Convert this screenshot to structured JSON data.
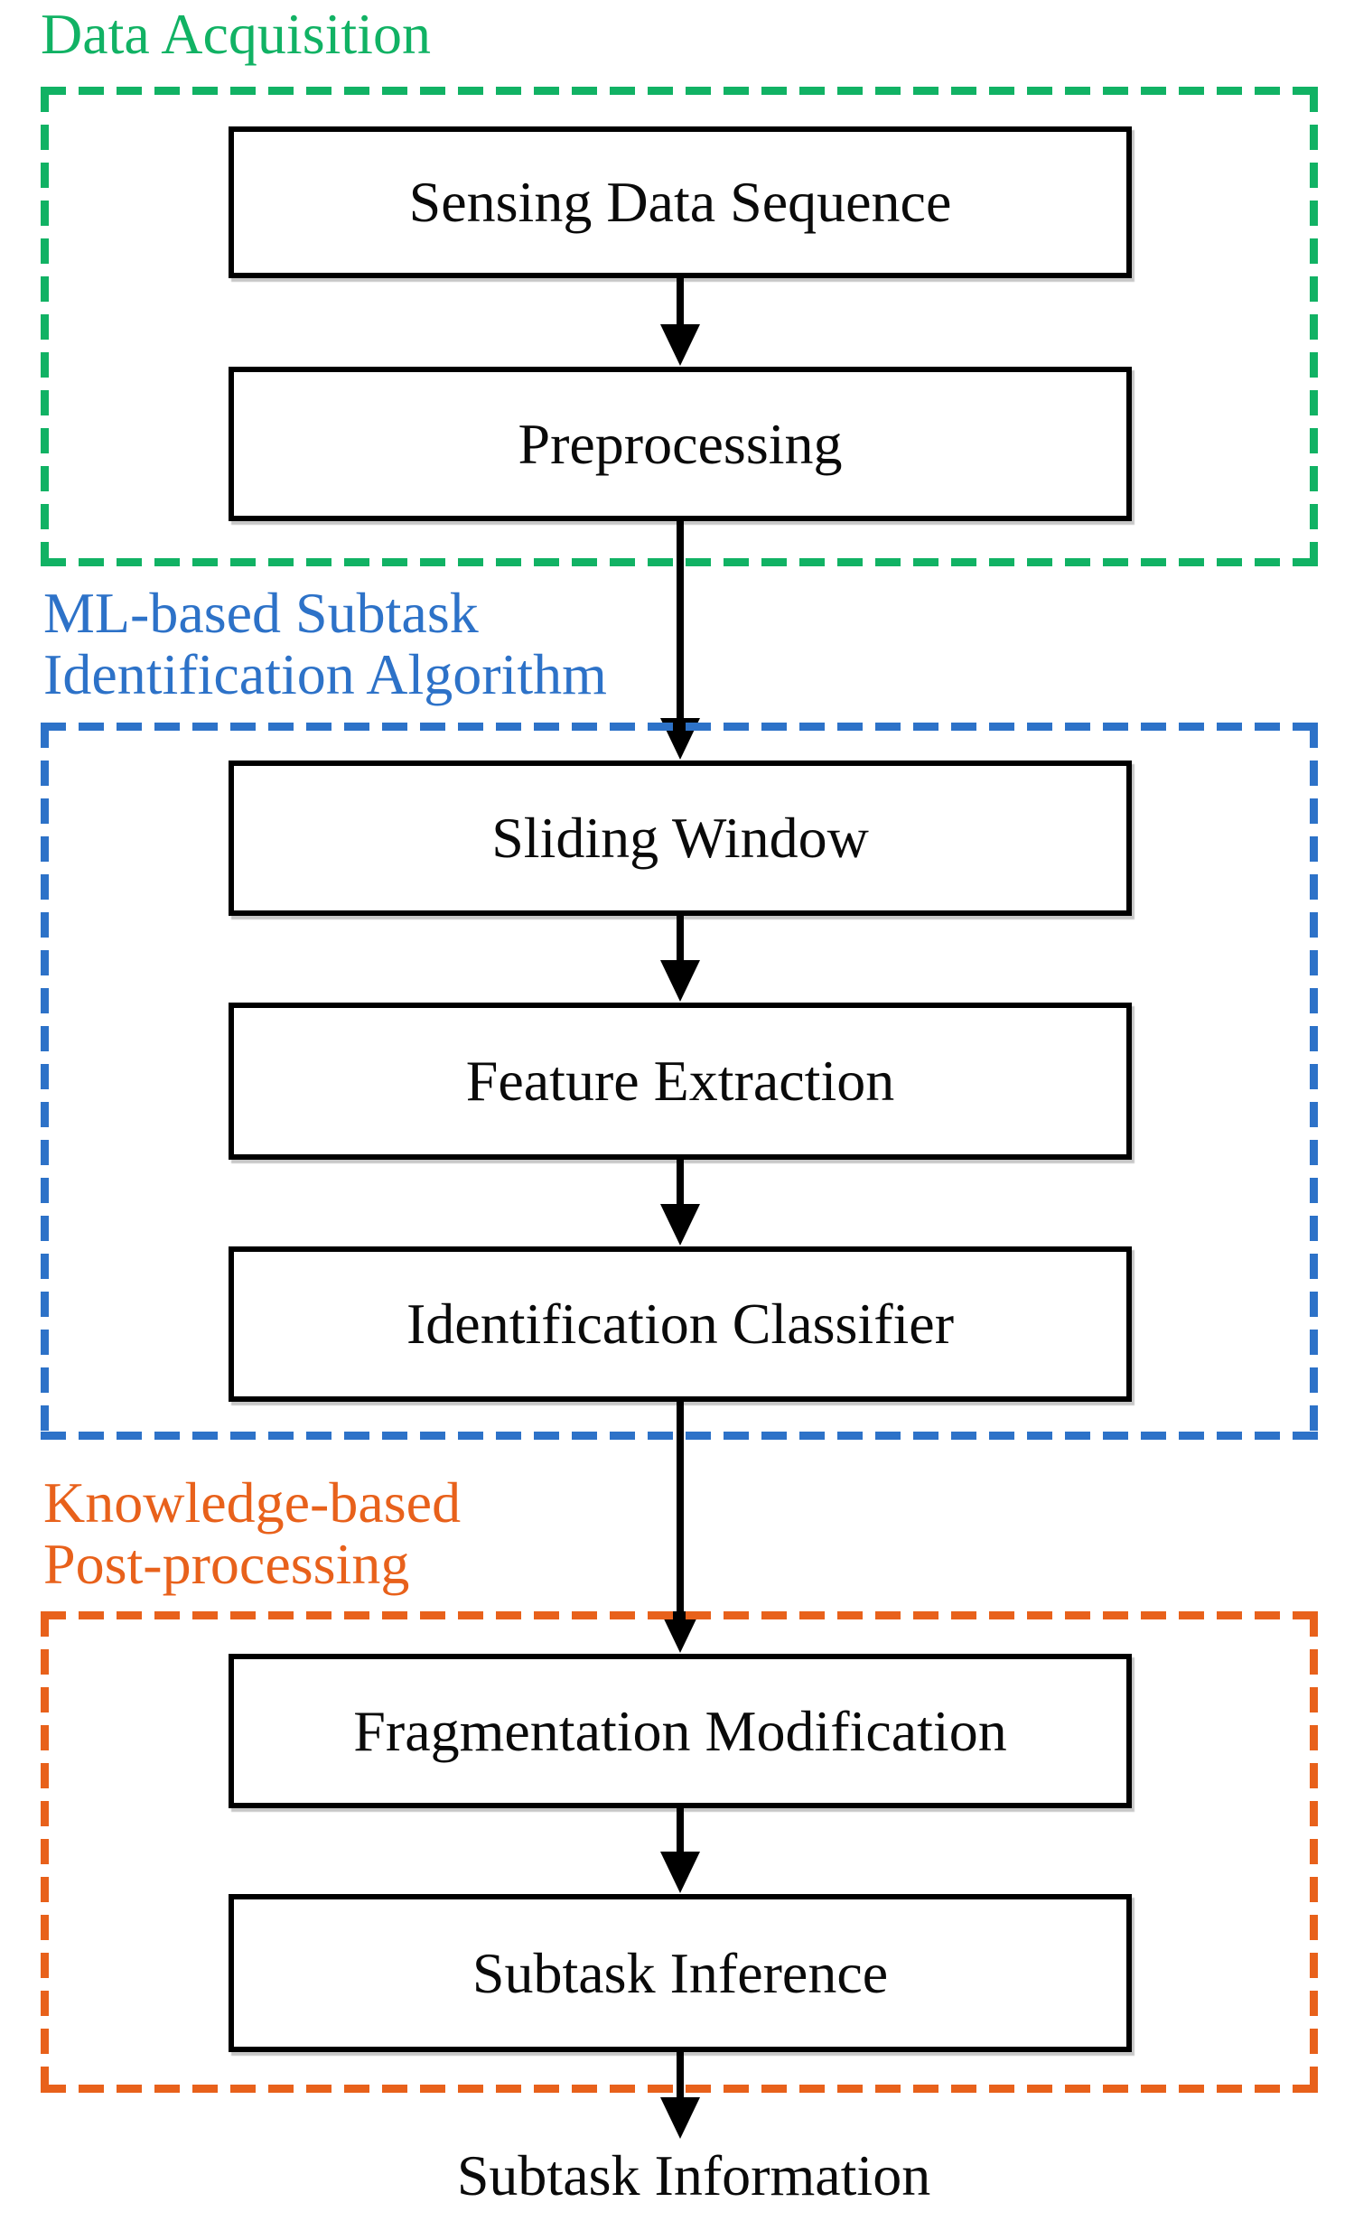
{
  "figure": {
    "type": "flowchart",
    "background": "#ffffff",
    "arrow_color": "#000000",
    "node_border_color": "#000000",
    "node_fill_color": "#ffffff",
    "node_text_color": "#0a0a0a"
  },
  "sections": [
    {
      "id": "data-acquisition",
      "label_lines": [
        "Data Acquisition"
      ],
      "color": "#11b264",
      "boxes": [
        "Sensing Data Sequence",
        "Preprocessing"
      ]
    },
    {
      "id": "ml-subtask-identification",
      "label_lines": [
        "ML-based Subtask",
        "Identification Algorithm"
      ],
      "color": "#2d72c8",
      "boxes": [
        "Sliding Window",
        "Feature Extraction",
        "Identification Classifier"
      ]
    },
    {
      "id": "knowledge-post-processing",
      "label_lines": [
        "Knowledge-based",
        "Post-processing"
      ],
      "color": "#e8611b",
      "boxes": [
        "Fragmentation Modification",
        "Subtask Inference"
      ]
    }
  ],
  "output_label": "Subtask Information"
}
